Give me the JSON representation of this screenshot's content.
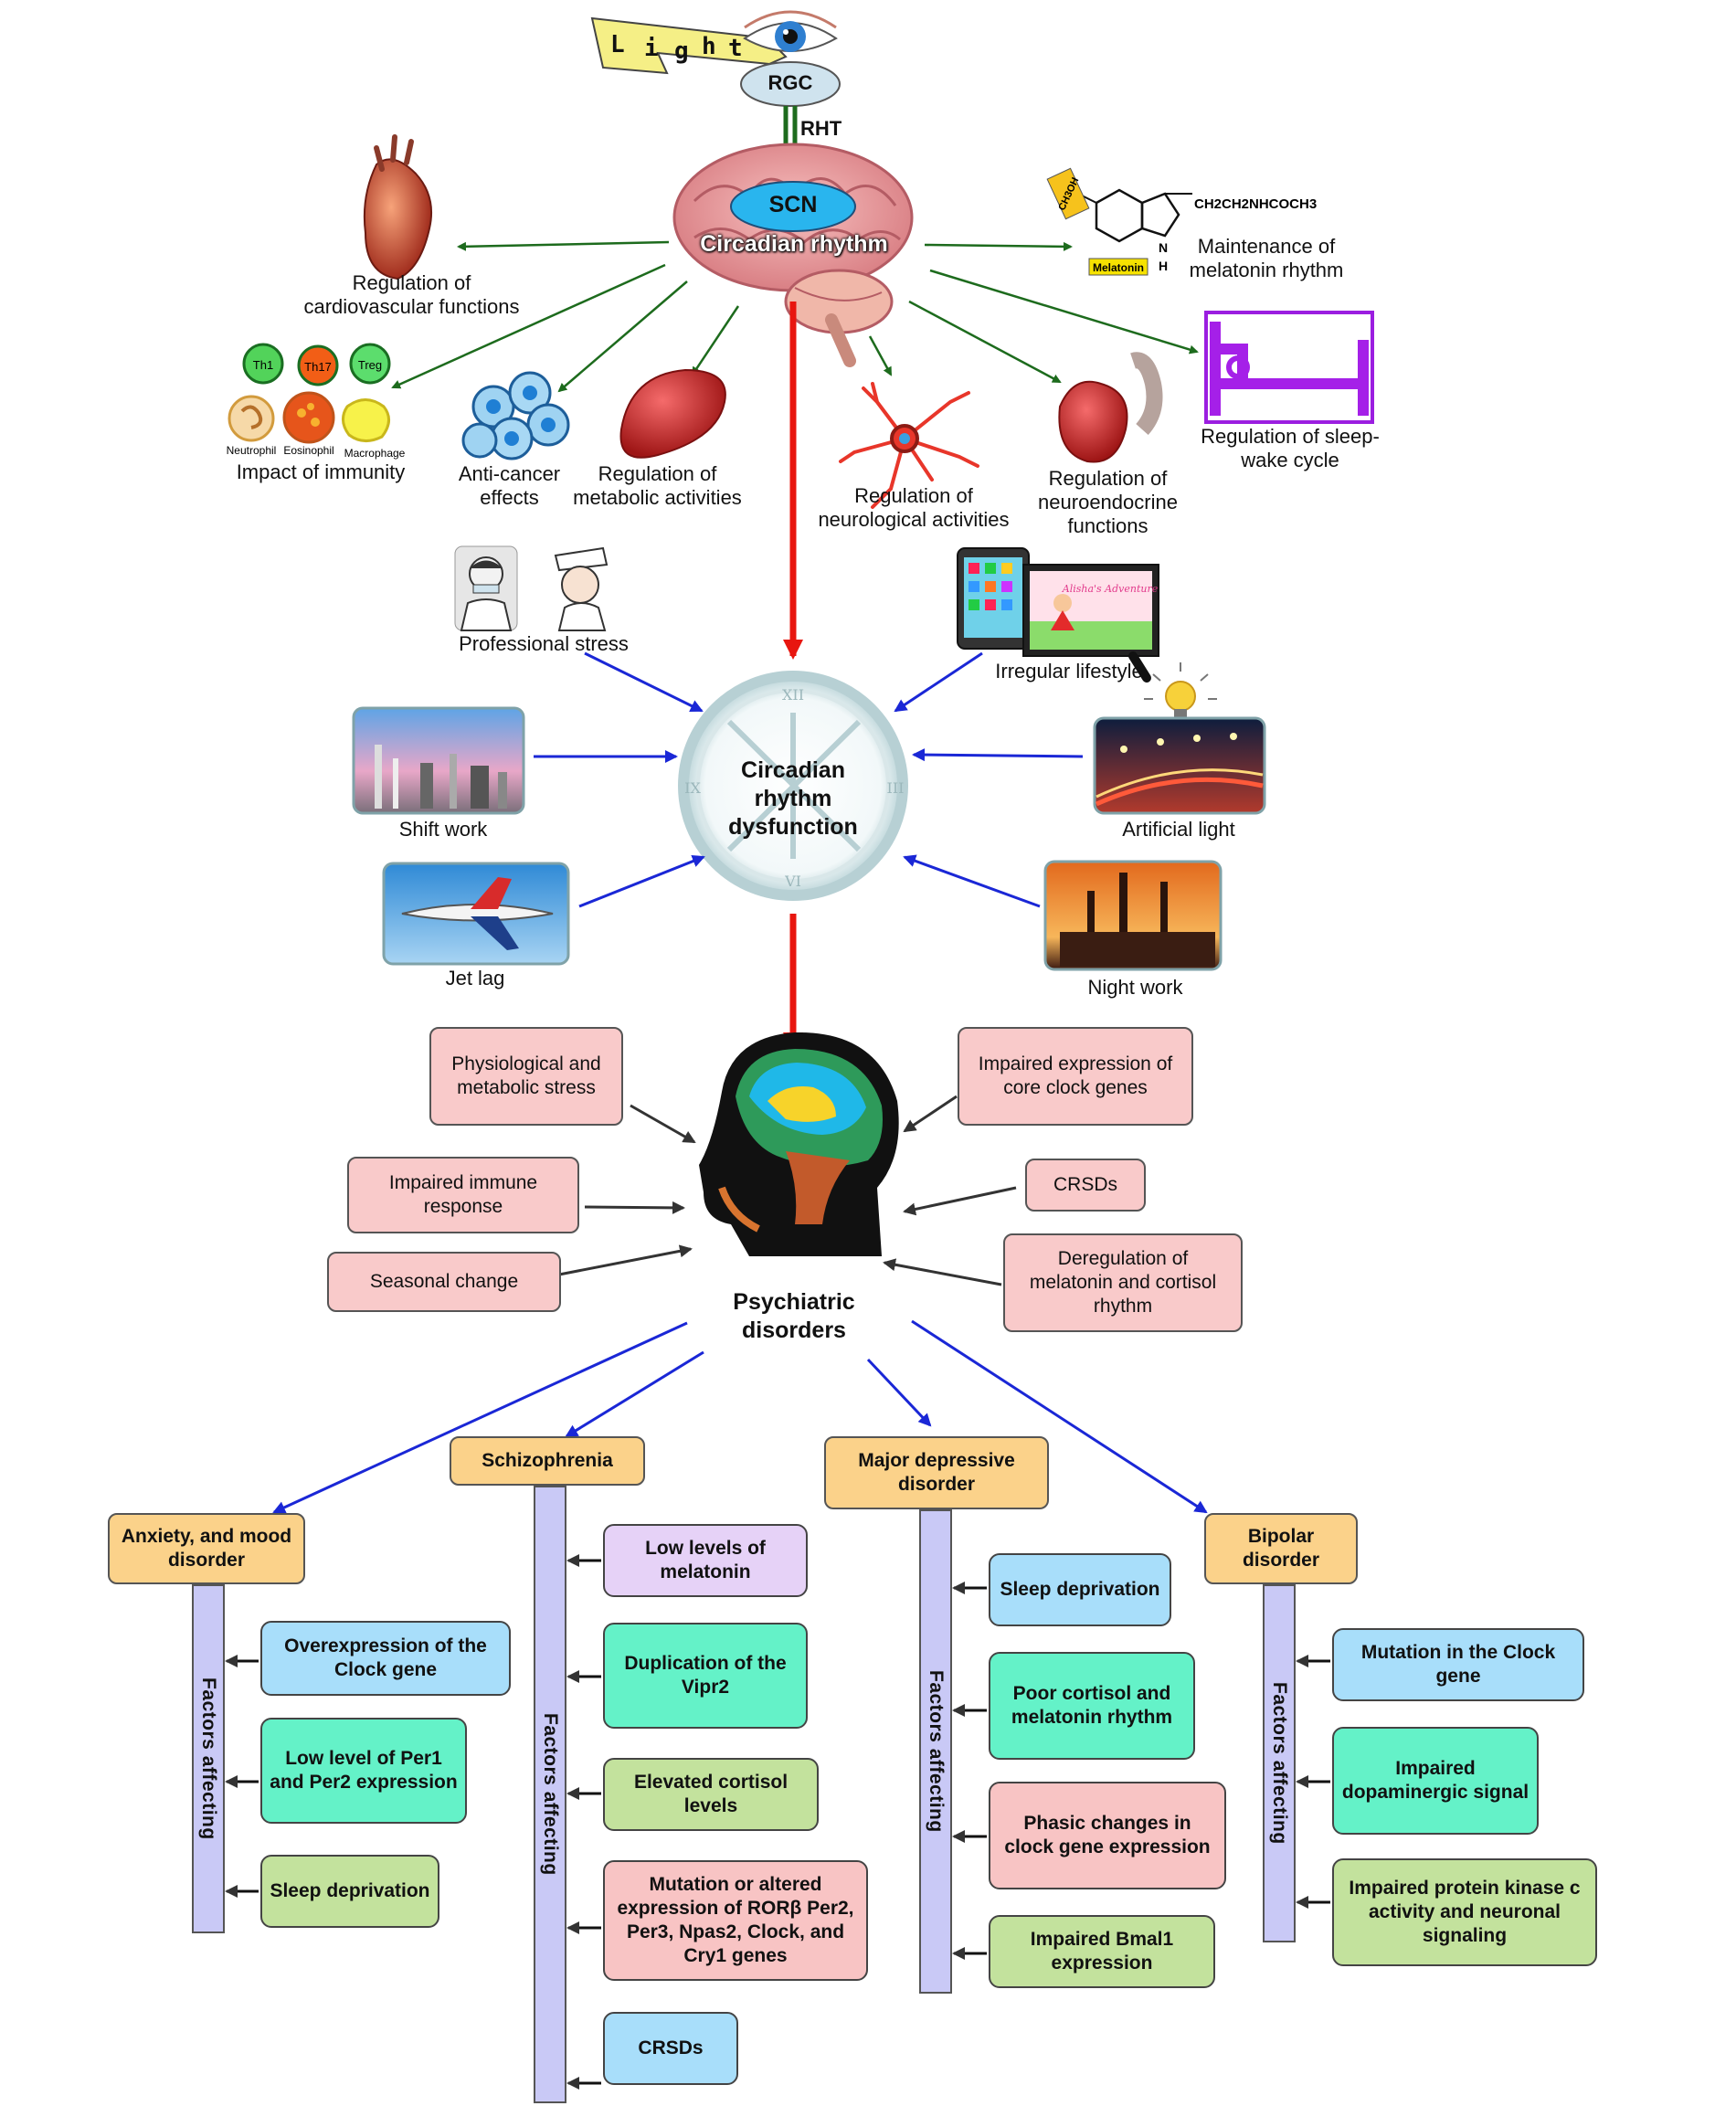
{
  "top": {
    "light_letters": [
      "L",
      "i",
      "g",
      "h",
      "t"
    ],
    "rgc": "RGC",
    "rht": "RHT",
    "scn": "SCN",
    "circadian": "Circadian rhythm"
  },
  "outcomes": {
    "cardio": "Regulation of cardiovascular functions",
    "melatonin_maint": "Maintenance of melatonin rhythm",
    "melatonin_tag": "Melatonin",
    "chem_formula": "CH2CH2NHCOCH3",
    "chem_oh": "CH3OH",
    "chem_h": "H",
    "chem_n": "N",
    "immunity": "Impact of immunity",
    "cells": {
      "th1": "Th1",
      "th17": "Th17",
      "treg": "Treg",
      "neutrophil": "Neutrophil",
      "eosinophil": "Eosinophil",
      "macrophage": "Macrophage"
    },
    "anticancer": "Anti-cancer effects",
    "metabolic": "Regulation of metabolic activities",
    "neuro": "Regulation of neurological activities",
    "neuroendocrine": "Regulation of neuroendocrine functions",
    "sleepwake": "Regulation of sleep-wake cycle"
  },
  "causes": {
    "professional": "Professional stress",
    "irregular": "Irregular lifestyle",
    "shift": "Shift work",
    "artificial": "Artificial light",
    "jetlag": "Jet lag",
    "night": "Night work",
    "clock_label": "Circadian rhythm dysfunction",
    "tablet_text": "Alisha's Adventure"
  },
  "psych": {
    "title": "Psychiatric disorders",
    "physio": "Physiological and metabolic  stress",
    "impaired_core": "Impaired expression of core clock genes",
    "immune": "Impaired immune response",
    "crsds": "CRSDs",
    "seasonal": "Seasonal change",
    "dereg": "Deregulation of melatonin and cortisol rhythm"
  },
  "disorders": {
    "bar_label": "Factors affecting",
    "anxiety": {
      "title": "Anxiety, and mood disorder",
      "f1": "Overexpression of the Clock gene",
      "f2": "Low level of Per1 and Per2 expression",
      "f3": "Sleep deprivation"
    },
    "schizo": {
      "title": "Schizophrenia",
      "f1": "Low levels of melatonin",
      "f2": "Duplication of the Vipr2",
      "f3": "Elevated cortisol levels",
      "f4": "Mutation or altered expression of RORβ Per2, Per3, Npas2, Clock, and Cry1 genes",
      "f5": "CRSDs"
    },
    "mdd": {
      "title": "Major  depressive disorder",
      "f1": "Sleep deprivation",
      "f2": "Poor cortisol and melatonin rhythm",
      "f3": "Phasic changes in clock gene expression",
      "f4": "Impaired Bmal1 expression"
    },
    "bipolar": {
      "title": "Bipolar disorder",
      "f1": "Mutation in the Clock gene",
      "f2": "Impaired dopaminergic signal",
      "f3": "Impaired protein kinase c activity and neuronal signaling"
    }
  },
  "colors": {
    "green_arrow": "#1d6b1d",
    "red_arrow": "#e8160f",
    "blue_arrow": "#1a27d6",
    "black_arrow": "#333333"
  }
}
